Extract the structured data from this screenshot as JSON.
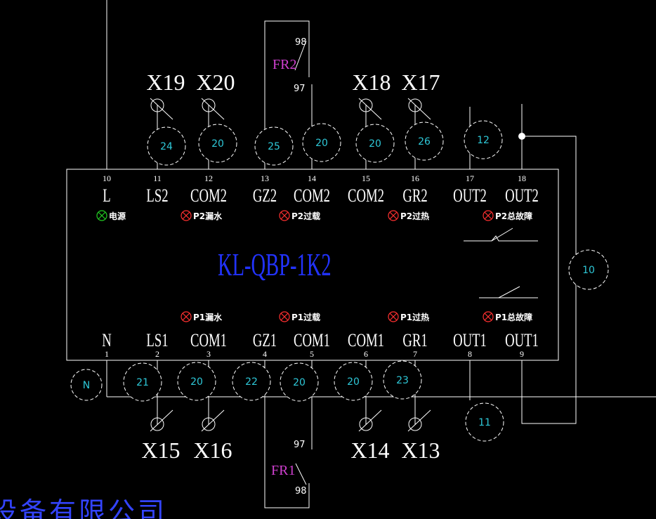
{
  "device": {
    "model": "KL-QBP-1K2",
    "company_fragment": "设备有限公司"
  },
  "colors": {
    "background": "#000000",
    "wire": "#ffffff",
    "model": "#2233ff",
    "fr_label": "#d040d0",
    "circle_num": "#2ec8d8",
    "led_green": "#22cc22",
    "led_red": "#ff3030",
    "company": "#3344ff"
  },
  "top_terminals": [
    {
      "num": "10",
      "label": "L"
    },
    {
      "num": "11",
      "label": "LS2"
    },
    {
      "num": "12",
      "label": "COM2"
    },
    {
      "num": "13",
      "label": "GZ2"
    },
    {
      "num": "14",
      "label": "COM2"
    },
    {
      "num": "15",
      "label": "COM2"
    },
    {
      "num": "16",
      "label": "GR2"
    },
    {
      "num": "17",
      "label": "OUT2"
    },
    {
      "num": "18",
      "label": "OUT2"
    }
  ],
  "bottom_terminals": [
    {
      "num": "1",
      "label": "N"
    },
    {
      "num": "2",
      "label": "LS1"
    },
    {
      "num": "3",
      "label": "COM1"
    },
    {
      "num": "4",
      "label": "GZ1"
    },
    {
      "num": "5",
      "label": "COM1"
    },
    {
      "num": "6",
      "label": "COM1"
    },
    {
      "num": "7",
      "label": "GR1"
    },
    {
      "num": "8",
      "label": "OUT1"
    },
    {
      "num": "9",
      "label": "OUT1"
    }
  ],
  "indicators_top": [
    {
      "label": "电源",
      "color": "green"
    },
    {
      "label": "P2漏水",
      "color": "red"
    },
    {
      "label": "P2过载",
      "color": "red"
    },
    {
      "label": "P2过热",
      "color": "red"
    },
    {
      "label": "P2总故障",
      "color": "red"
    }
  ],
  "indicators_bottom": [
    {
      "label": "P1漏水",
      "color": "red"
    },
    {
      "label": "P1过载",
      "color": "red"
    },
    {
      "label": "P1过热",
      "color": "red"
    },
    {
      "label": "P1总故障",
      "color": "red"
    }
  ],
  "sensors_top": [
    "X19",
    "X20",
    "X18",
    "X17"
  ],
  "sensors_bottom": [
    "X15",
    "X16",
    "X14",
    "X13"
  ],
  "circles_top": [
    "24",
    "20",
    "25",
    "20",
    "20",
    "26",
    "12"
  ],
  "circles_bottom": [
    "N",
    "21",
    "20",
    "22",
    "20",
    "20",
    "23"
  ],
  "circles_side": [
    "10",
    "11"
  ],
  "fr2": {
    "label": "FR2",
    "pin_top": "98",
    "pin_bottom": "97"
  },
  "fr1": {
    "label": "FR1",
    "pin_top": "97",
    "pin_bottom": "98"
  }
}
